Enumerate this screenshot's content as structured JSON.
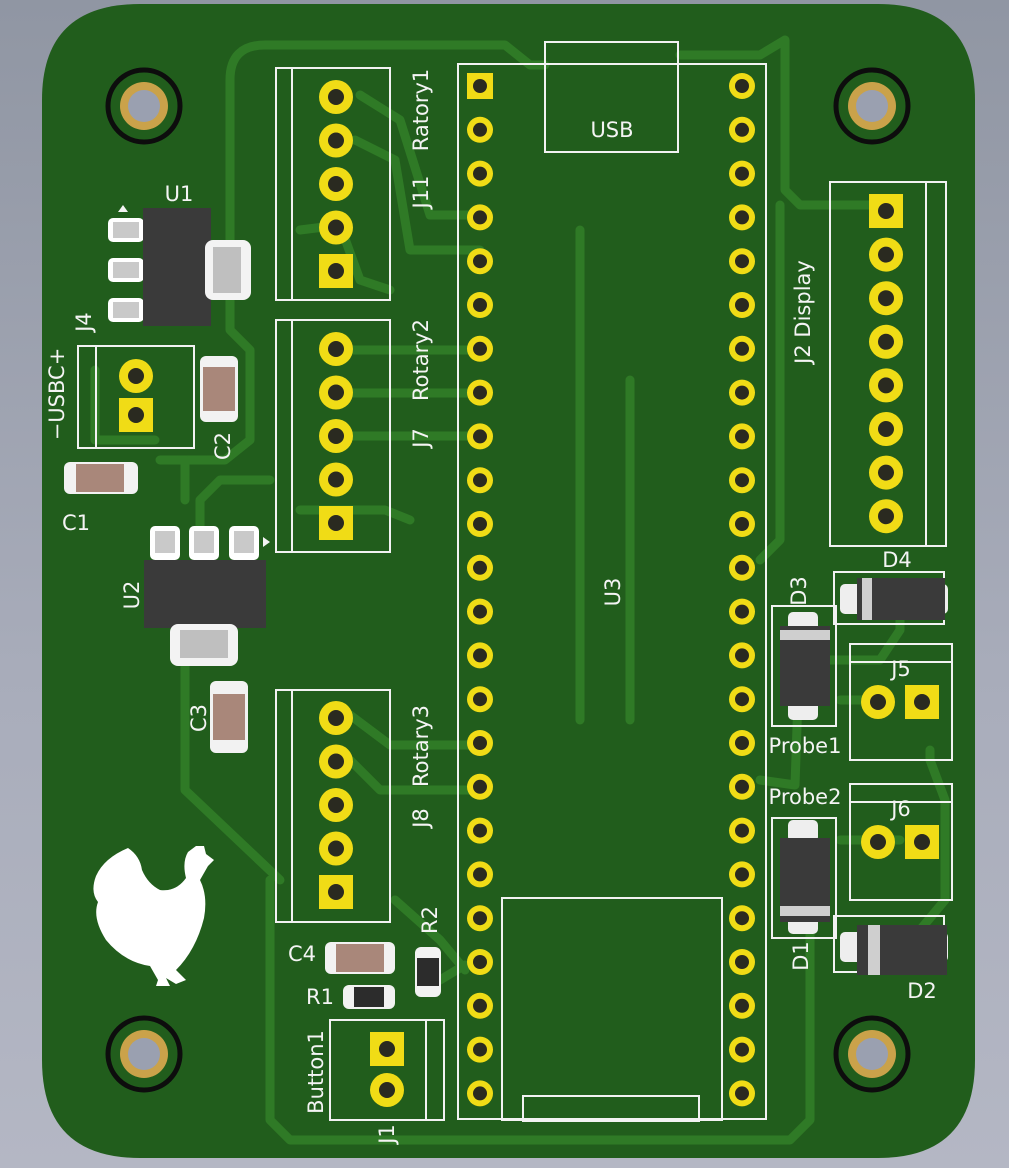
{
  "colors": {
    "board": "#215d1c",
    "trace": "#2f7a26",
    "silkscreen": "#f4f4f4",
    "pad_gold": "#f0dc16",
    "component_body": "#3b3b3b",
    "smd_pad": "#d8d8d8"
  },
  "labels": {
    "usb": "USB",
    "u1": "U1",
    "u2": "U2",
    "u3": "U3",
    "j4": "J4",
    "usbc": "−USBC+",
    "c1": "C1",
    "c2": "C2",
    "c3": "C3",
    "c4": "C4",
    "r1": "R1",
    "r2": "R2",
    "rotary1": "Ratory1",
    "j11": "J11",
    "rotary2": "Rotary2",
    "j7": "J7",
    "rotary3": "Rotary3",
    "j8": "J8",
    "button1": "Button1",
    "j1": "J1",
    "j2_display": "J2 Display",
    "d1": "D1",
    "d2": "D2",
    "d3": "D3",
    "d4": "D4",
    "j5": "J5",
    "j6": "J6",
    "probe1": "Probe1",
    "probe2": "Probe2"
  },
  "icons": {
    "mounting_hole": "mounting-hole-icon",
    "logo": "chicken-logo-icon"
  }
}
